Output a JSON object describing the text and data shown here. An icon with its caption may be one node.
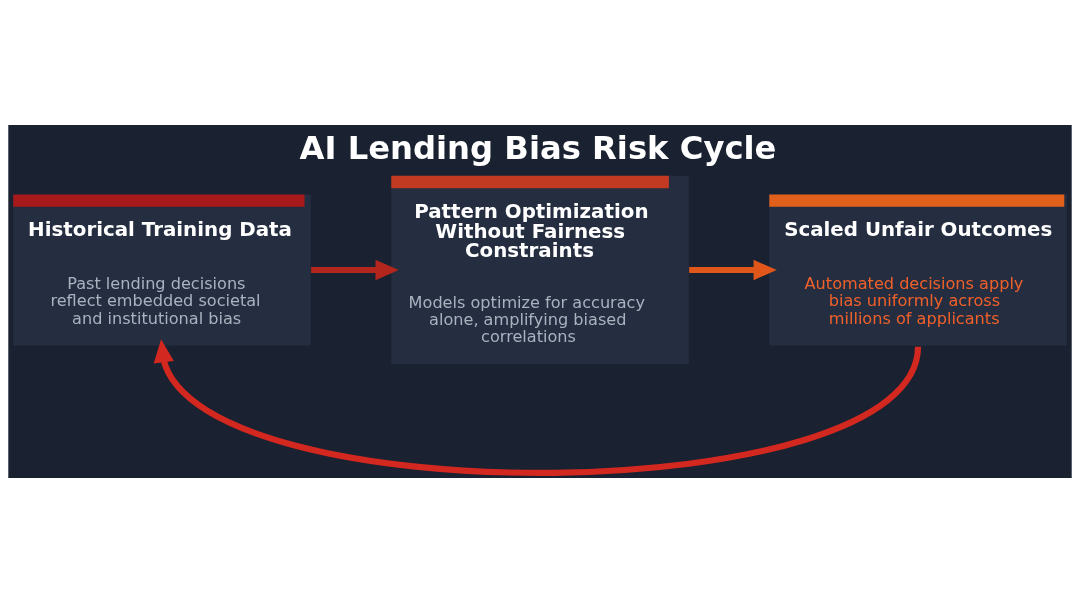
{
  "diagram": {
    "title": "AI Lending Bias Risk Cycle",
    "nodes": [
      {
        "text": [
          "Historical Training Data",
          "Past lending decisions reflect embedded societal and institutional bias"
        ]
      },
      {
        "text": [
          "Pattern Optimization Without Fairness Constraints",
          "Models optimize for accuracy alone, amplifying biased correlations"
        ]
      },
      {
        "text": [
          "Scaled Unfair Outcomes",
          "Automated decisions apply bias uniformly across millions of applicants"
        ]
      }
    ],
    "edges": [
      {
        "from": 0,
        "to": 1,
        "arrow": "to",
        "color": "#b3261e"
      },
      {
        "from": 1,
        "to": 2,
        "arrow": "to",
        "color": "#e0561b"
      },
      {
        "from": 2,
        "to": 0,
        "arrow": "to",
        "color": "#d3281f"
      }
    ]
  }
}
